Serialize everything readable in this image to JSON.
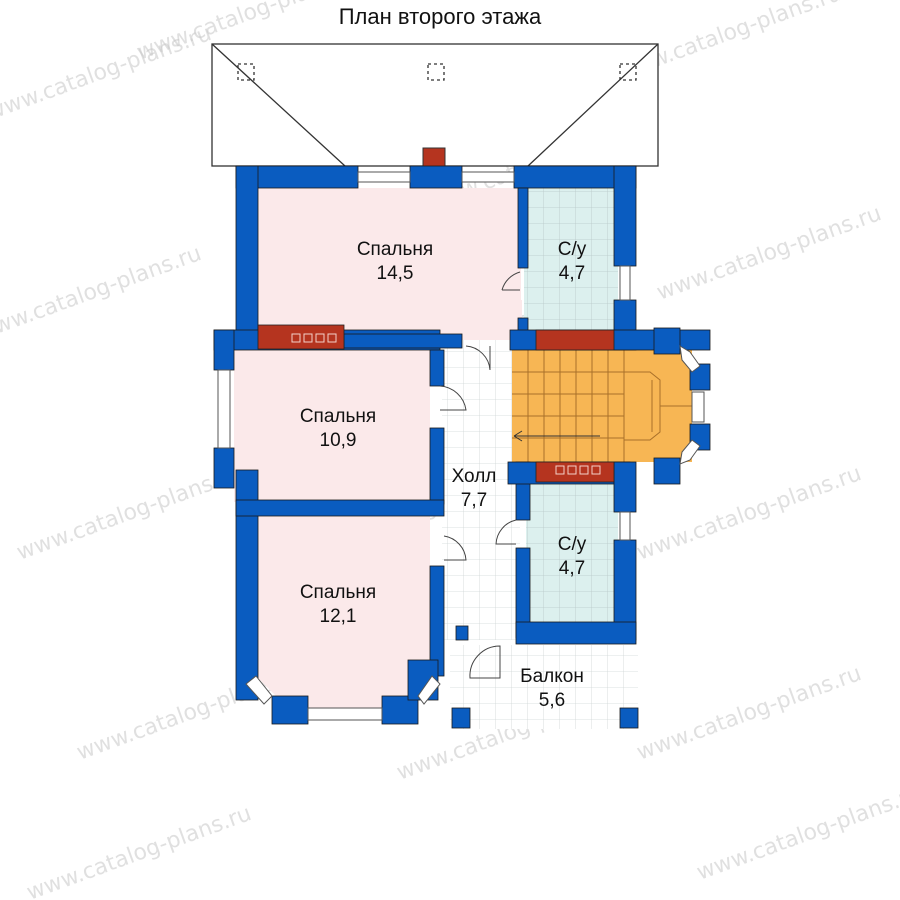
{
  "title": "План второго этажа",
  "watermark": "www.catalog-plans.ru",
  "colors": {
    "wall": "#0a5cc0",
    "bedroom": "#fbe9ea",
    "bath": "#dcf0ee",
    "stairs": "#f7b654",
    "chimney": "#b5341f"
  },
  "rooms": [
    {
      "name": "Спальня",
      "area": "14,5"
    },
    {
      "name": "С/у",
      "area": "4,7"
    },
    {
      "name": "Спальня",
      "area": "10,9"
    },
    {
      "name": "Холл",
      "area": "7,7"
    },
    {
      "name": "С/у",
      "area": "4,7"
    },
    {
      "name": "Спальня",
      "area": "12,1"
    },
    {
      "name": "Балкон",
      "area": "5,6"
    }
  ]
}
